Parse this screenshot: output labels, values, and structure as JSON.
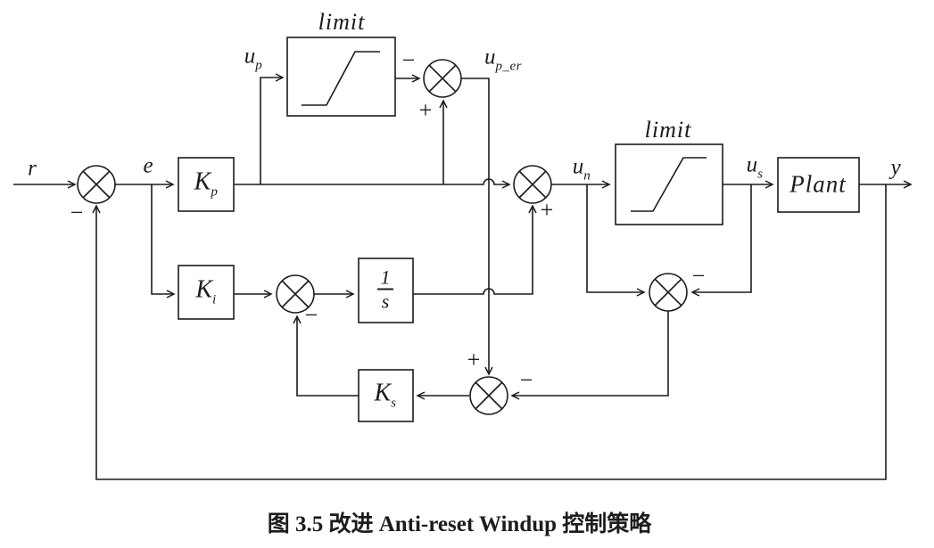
{
  "diagram": {
    "ink_color": "#1c1c1c",
    "signals": {
      "r": "r",
      "e": "e",
      "y": "y",
      "u_p": {
        "base": "u",
        "sub": "p"
      },
      "u_p_er": {
        "base": "u",
        "sub": "p_er"
      },
      "u_n": {
        "base": "u",
        "sub": "n"
      },
      "u_s": {
        "base": "u",
        "sub": "s"
      }
    },
    "blocks": {
      "kp": {
        "base": "K",
        "sub": "p"
      },
      "ki": {
        "base": "K",
        "sub": "i"
      },
      "ks": {
        "base": "K",
        "sub": "s"
      },
      "integrator": {
        "numerator": "1",
        "denominator": "s"
      },
      "limit_pid": "limit",
      "limit_output": "limit",
      "plant": "Plant"
    },
    "signs": {
      "feedback_minus": "−",
      "limit1_output_minus": "−",
      "top_sum_plus": "+",
      "main_sum_plus": "+",
      "integrator_sum_minus": "−",
      "windup_sum_plus": "+",
      "windup_sum_minus": "−",
      "saturation_sum_minus": "−"
    }
  },
  "caption": "图 3.5 改进 Anti-reset Windup 控制策略"
}
